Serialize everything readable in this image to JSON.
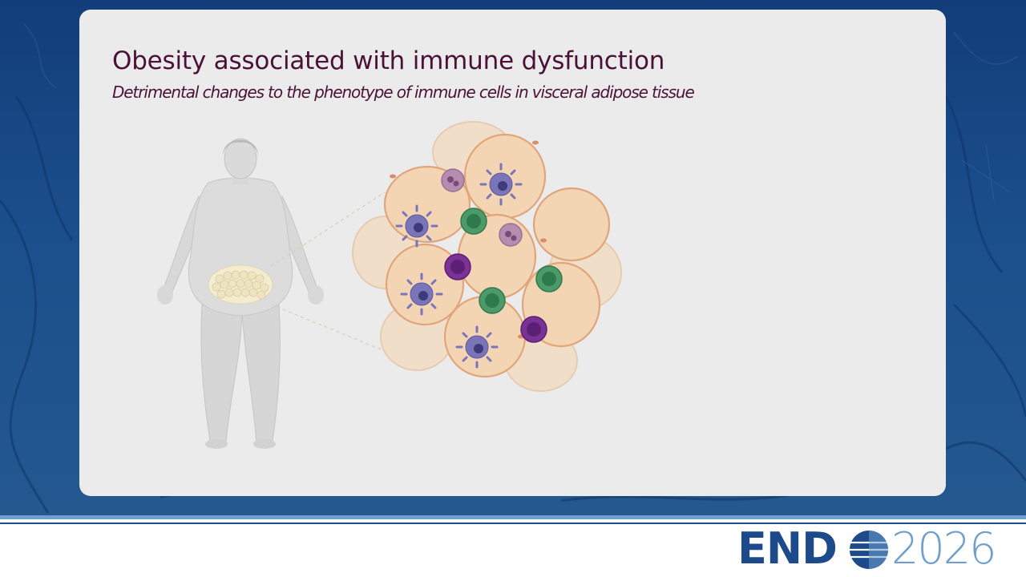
{
  "slide": {
    "title": "Obesity associated with immune dysfunction",
    "subtitle": "Detrimental changes to the phenotype of immune cells in visceral adipose tissue"
  },
  "illustration": {
    "subject": "human-figure-icon",
    "detail": "adipose-tissue-cluster-icon"
  },
  "logo": {
    "brand": "END",
    "year": "2026"
  },
  "colors": {
    "background": "#1b4f8c",
    "card": "#ebebeb",
    "title": "#4a1237",
    "adipocyte": "#f3d5b3",
    "macrophage": "#7a74b8",
    "lymphocyte_green": "#4c9a6a",
    "lymphocyte_purple": "#7a3394",
    "logo_dark": "#1c4a8a",
    "logo_light": "#6f9fcc"
  }
}
